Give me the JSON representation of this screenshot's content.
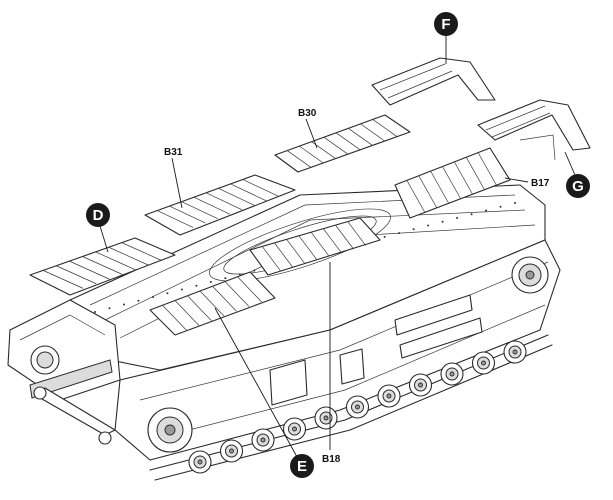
{
  "callouts": {
    "B31": "B31",
    "B30": "B30",
    "B17": "B17",
    "B18": "B18"
  },
  "sub_steps": {
    "D": "D",
    "E": "E",
    "F": "F",
    "G": "G"
  }
}
